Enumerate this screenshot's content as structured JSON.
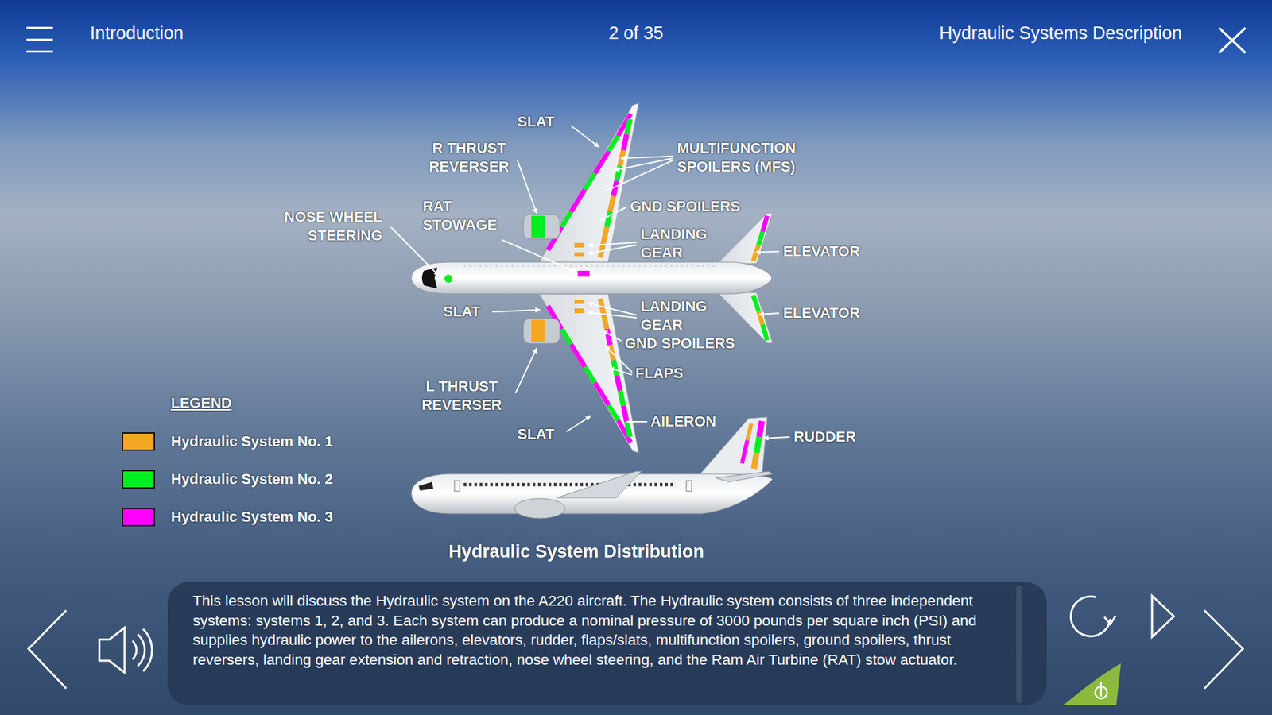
{
  "diagram": {
    "caption": "Hydraulic System Distribution",
    "nodes": [
      {
        "text": [
          "This lesson will discuss the Hydraulic system on the A220 aircraft. The Hydraulic system consists of three independent systems: systems 1, 2, and 3. Each system can produce a nominal pressure of 3000 pounds per square inch (PSI) and supplies hydraulic power to the ailerons, elevators, rudder, flaps/slats, multifunction spoilers, ground spoilers, thrust reversers, landing gear extension and retraction, nose wheel steering, and the Ram Air Turbine (RAT) stow actuator."
        ]
      }
    ],
    "labels": [
      "Introduction",
      "2 of 35",
      "Hydraulic Systems Description",
      "SLAT",
      "R THRUST REVERSER",
      "MULTIFUNCTION SPOILERS (MFS)",
      "GND SPOILERS",
      "NOSE WHEEL STEERING",
      "RAT STOWAGE",
      "LANDING GEAR",
      "ELEVATOR",
      "SLAT",
      "LANDING GEAR",
      "GND SPOILERS",
      "FLAPS",
      "ELEVATOR",
      "L THRUST REVERSER",
      "SLAT",
      "AILERON",
      "RUDDER",
      "LEGEND"
    ],
    "legend": [
      {
        "text": "Hydraulic System No. 1",
        "color": "#f5a623"
      },
      {
        "text": "Hydraulic System No. 2",
        "color": "#00ee22"
      },
      {
        "text": "Hydraulic System No. 3",
        "color": "#ff00ff"
      }
    ]
  }
}
